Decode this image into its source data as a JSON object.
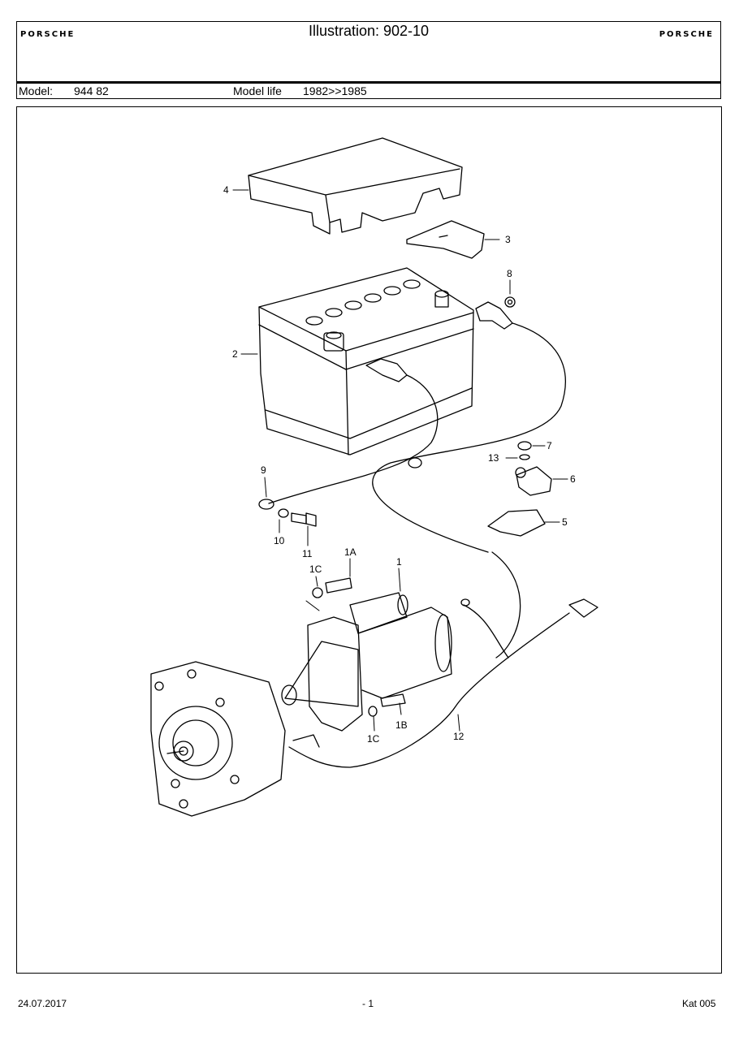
{
  "header": {
    "brand_left": "PORSCHE",
    "title": "Illustration: 902-10",
    "brand_right": "PORSCHE",
    "model_label": "Model:",
    "model_value": "944 82",
    "model_life_label": "Model life",
    "model_life_value": "1982>>1985"
  },
  "illustration": {
    "callouts": [
      "1",
      "1A",
      "1B",
      "1C",
      "1C",
      "2",
      "3",
      "4",
      "5",
      "6",
      "7",
      "8",
      "9",
      "10",
      "11",
      "12",
      "13"
    ]
  },
  "footer": {
    "date": "24.07.2017",
    "page": "- 1",
    "catalog": "Kat 005"
  }
}
